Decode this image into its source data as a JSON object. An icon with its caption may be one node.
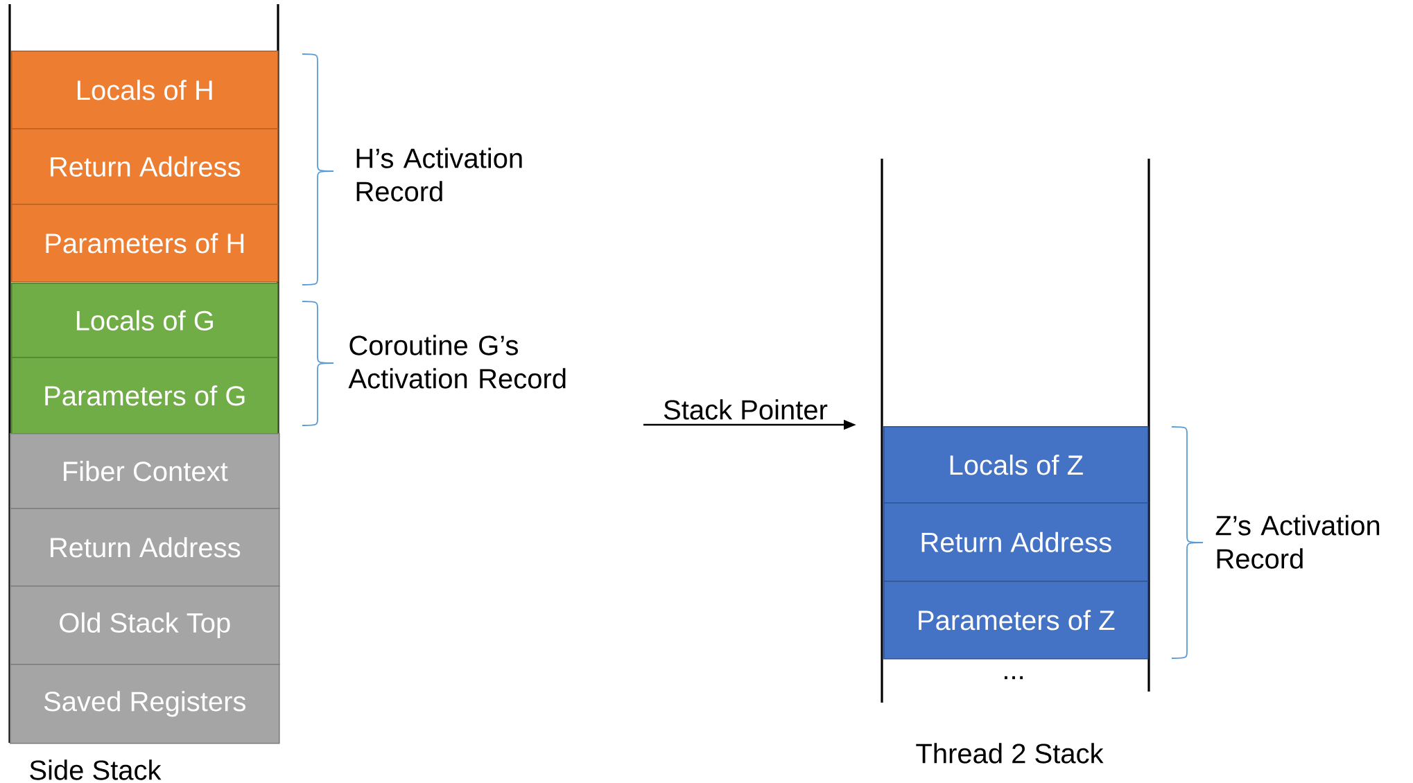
{
  "diagram": {
    "nodes": [
      {
        "text": [
          "Locals of H"
        ]
      },
      {
        "text": [
          "Return Address"
        ]
      },
      {
        "text": [
          "Parameters of H"
        ]
      },
      {
        "text": [
          "Locals of G"
        ]
      },
      {
        "text": [
          "Parameters of G"
        ]
      },
      {
        "text": [
          "Fiber Context"
        ]
      },
      {
        "text": [
          "Return Address"
        ]
      },
      {
        "text": [
          "Old Stack Top"
        ]
      },
      {
        "text": [
          "Saved Registers"
        ]
      },
      {
        "text": [
          "Locals of Z"
        ]
      },
      {
        "text": [
          "Return Address"
        ]
      },
      {
        "text": [
          "Parameters of Z"
        ]
      }
    ],
    "edges": [
      {
        "from": null,
        "to": 9,
        "arrow": "to",
        "label": "Stack Pointer"
      }
    ],
    "labels": [
      "H’s Activation Record",
      "Coroutine G’s Activation Record",
      "Z’s Activation Record",
      "...",
      "Side Stack",
      "Thread 2 Stack"
    ]
  }
}
